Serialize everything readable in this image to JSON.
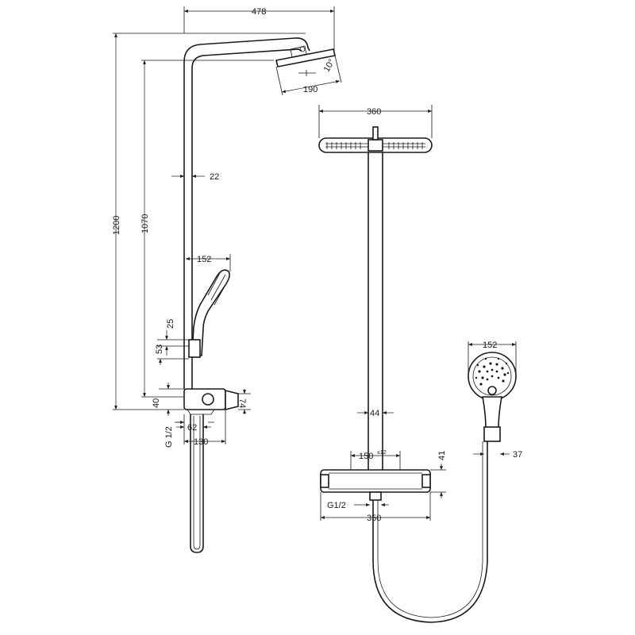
{
  "side_view": {
    "overall_height": "1200",
    "head_height": "1070",
    "arm_projection": "478",
    "head_diameter": "190",
    "head_angle": "10°",
    "pipe_diameter": "22",
    "handshower_length": "152",
    "hose_outlet_spacing_top": "25",
    "hose_outlet_spacing": "53",
    "inlet_height": "40",
    "thermostat_height": "74",
    "inlet_thread": "G 1/2",
    "inlet_offset": "62",
    "thermostat_depth": "130"
  },
  "front_view": {
    "head_width": "360",
    "pipe_diameter": "44",
    "connection_spacing": "150",
    "connection_tolerance": "±12",
    "thermostat_height": "41",
    "inlet_thread": "G1/2",
    "thermostat_width": "350",
    "handshower_diameter": "152",
    "handle_diameter": "37"
  }
}
